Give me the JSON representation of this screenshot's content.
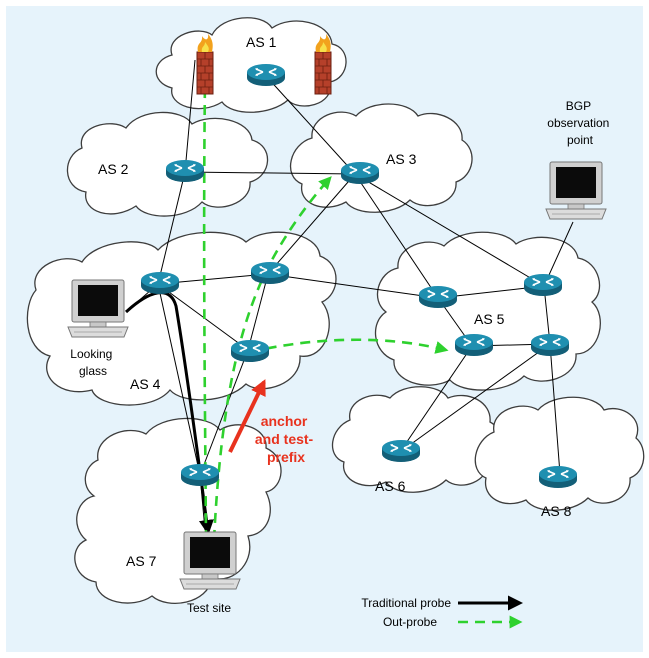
{
  "colors": {
    "background": "#e6f3fb",
    "cloud_fill": "#ffffff",
    "cloud_stroke": "#3d3d3d",
    "router_body": "#1f8fb0",
    "traditional_probe": "#000000",
    "out_probe": "#2ed12e",
    "anchor_arrow": "#e8321e"
  },
  "diagram": {
    "as_labels": {
      "as1": "AS 1",
      "as2": "AS 2",
      "as3": "AS 3",
      "as4": "AS 4",
      "as5": "AS 5",
      "as6": "AS 6",
      "as7": "AS 7",
      "as8": "AS 8"
    },
    "bgp_observation": [
      "BGP",
      "observation",
      "point"
    ],
    "looking_glass": [
      "Looking",
      "glass"
    ],
    "test_site": "Test site",
    "anchor_label": [
      "anchor",
      "and test-",
      "prefix"
    ],
    "icons": [
      "router-icon",
      "firewall-icon",
      "computer-icon"
    ]
  },
  "legend": {
    "traditional_probe": "Traditional probe",
    "out_probe": "Out-probe"
  }
}
